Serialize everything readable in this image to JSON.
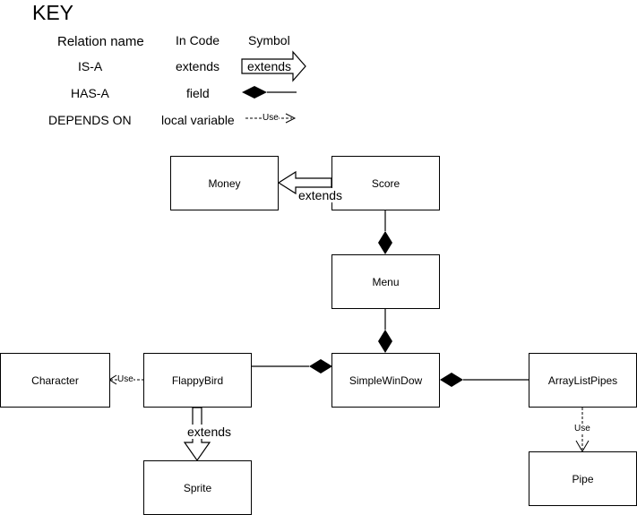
{
  "key": {
    "title": "KEY",
    "headers": {
      "relation": "Relation name",
      "code": "In Code",
      "symbol": "Symbol"
    },
    "rows": [
      {
        "relation": "IS-A",
        "code": "extends",
        "symbol_label": "extends"
      },
      {
        "relation": "HAS-A",
        "code": "field"
      },
      {
        "relation": "DEPENDS ON",
        "code": "local variable",
        "symbol_label": "Use"
      }
    ]
  },
  "classes": {
    "money": "Money",
    "score": "Score",
    "menu": "Menu",
    "character": "Character",
    "flappybird": "FlappyBird",
    "simplewindow": "SimpleWinDow",
    "arraylistpipes": "ArrayListPipes",
    "sprite": "Sprite",
    "pipe": "Pipe"
  },
  "relation_labels": {
    "score_money": "extends",
    "flappybird_sprite": "extends",
    "flappybird_character": "Use",
    "arraylistpipes_pipe": "Use"
  }
}
